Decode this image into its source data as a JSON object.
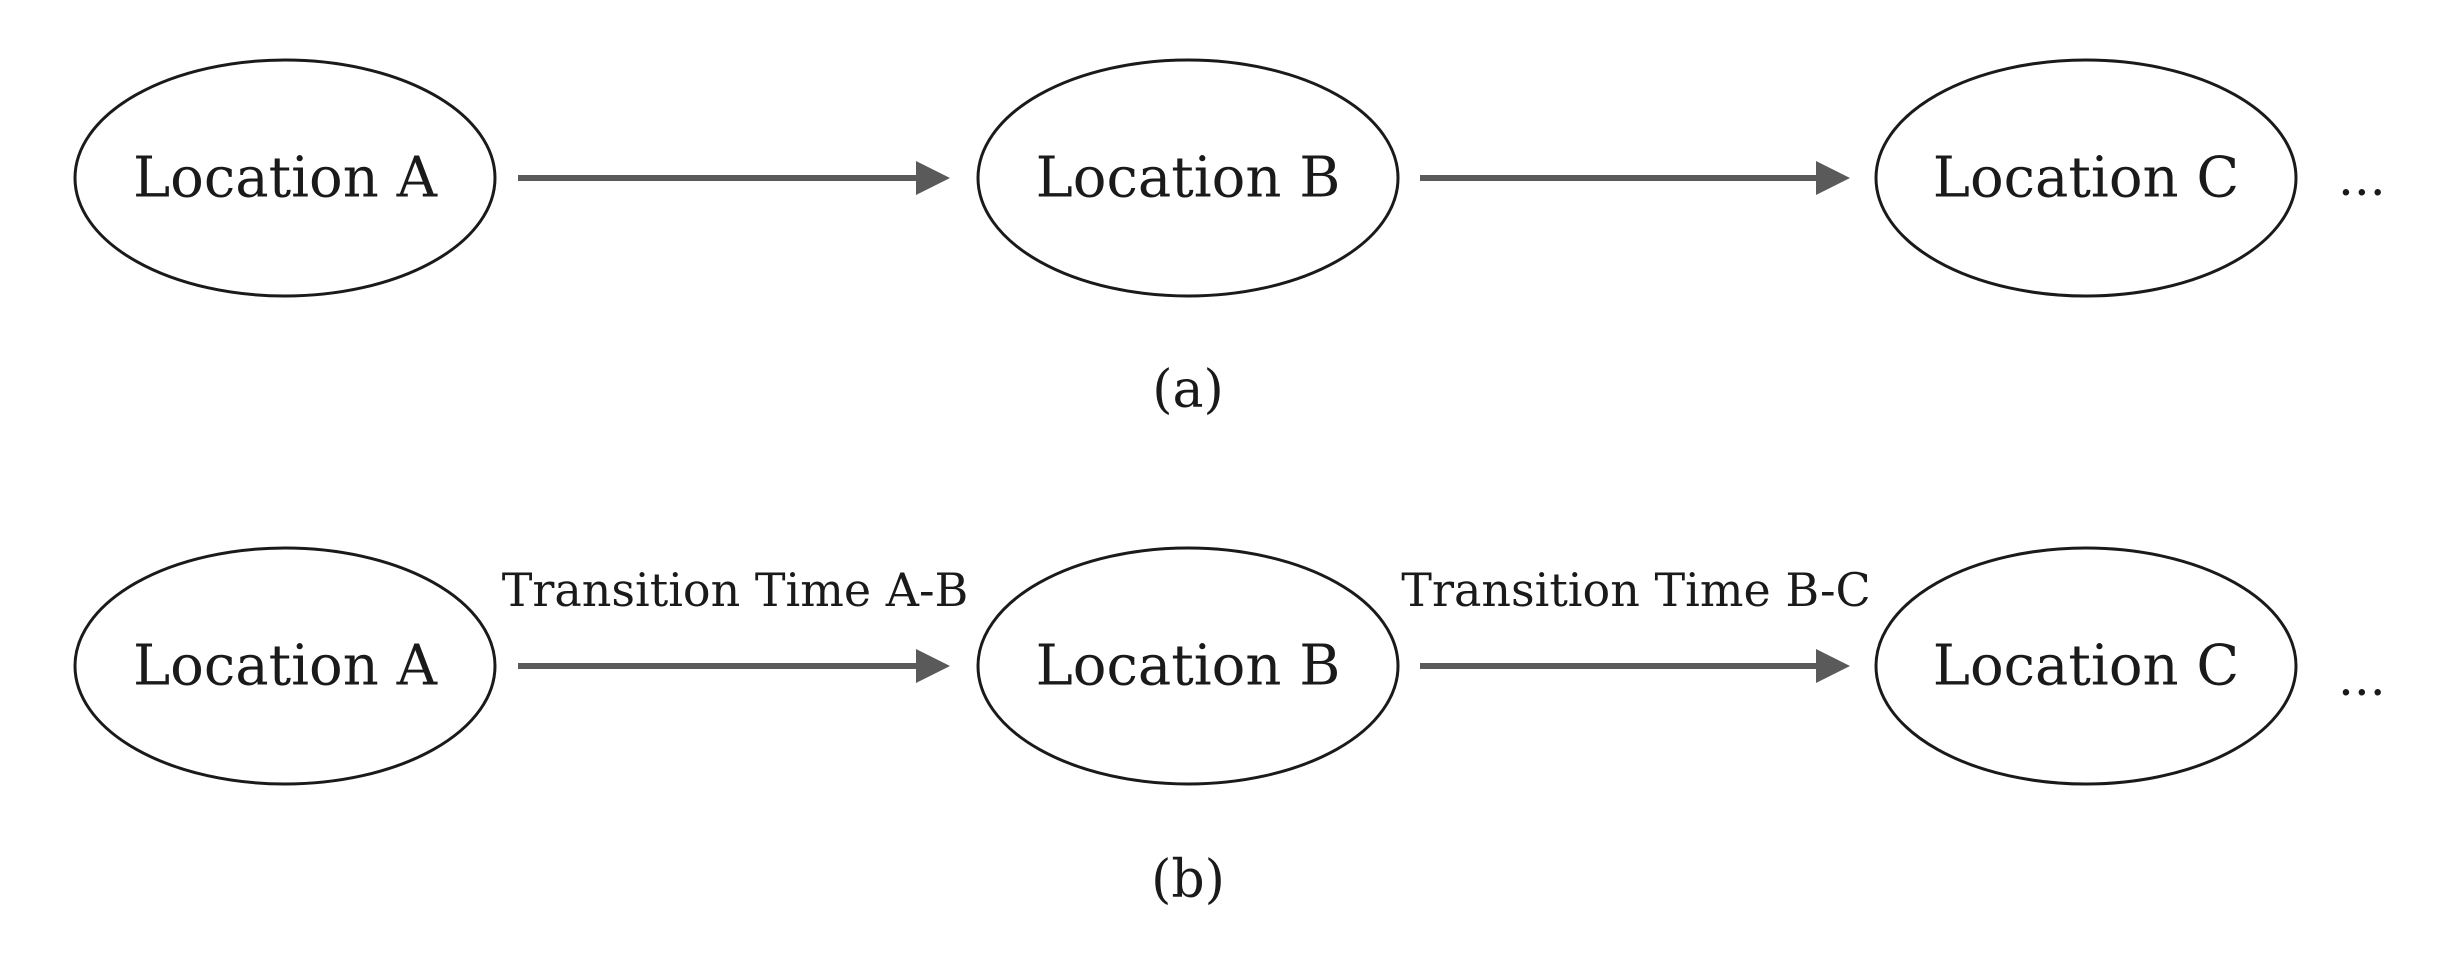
{
  "panels": [
    {
      "caption": "(a)",
      "nodes": [
        "Location A",
        "Location B",
        "Location C"
      ],
      "edges": [
        {
          "from": "Location A",
          "to": "Location B",
          "label": ""
        },
        {
          "from": "Location B",
          "to": "Location C",
          "label": ""
        }
      ],
      "continuation": "..."
    },
    {
      "caption": "(b)",
      "nodes": [
        "Location A",
        "Location B",
        "Location C"
      ],
      "edges": [
        {
          "from": "Location A",
          "to": "Location B",
          "label": "Transition Time A-B"
        },
        {
          "from": "Location B",
          "to": "Location C",
          "label": "Transition Time B-C"
        }
      ],
      "continuation": "..."
    }
  ]
}
